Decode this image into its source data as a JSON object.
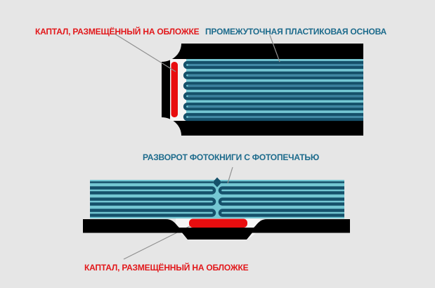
{
  "labels": {
    "top_left": "КАПТАЛ, РАЗМЕЩЁННЫЙ НА ОБЛОЖКЕ",
    "top_right": "ПРОМЕЖУТОЧНАЯ ПЛАСТИКОВАЯ ОСНОВА",
    "middle": "РАЗВОРОТ ФОТОКНИГИ С ФОТОПЕЧАТЬЮ",
    "bottom": "КАПТАЛ, РАЗМЕЩЁННЫЙ НА ОБЛОЖКЕ"
  },
  "colors": {
    "background": "#e6e6e6",
    "cover_black": "#000000",
    "page_cyan": "#74c7d3",
    "stripe_dark": "#15506a",
    "stripe_core": "#3a7f9e",
    "kaptal_red": "#e80d0f",
    "label_red": "#e2181b",
    "label_blue": "#1d6b8c",
    "leader_gray": "#909090",
    "cavity_white": "#f5f5f5"
  }
}
